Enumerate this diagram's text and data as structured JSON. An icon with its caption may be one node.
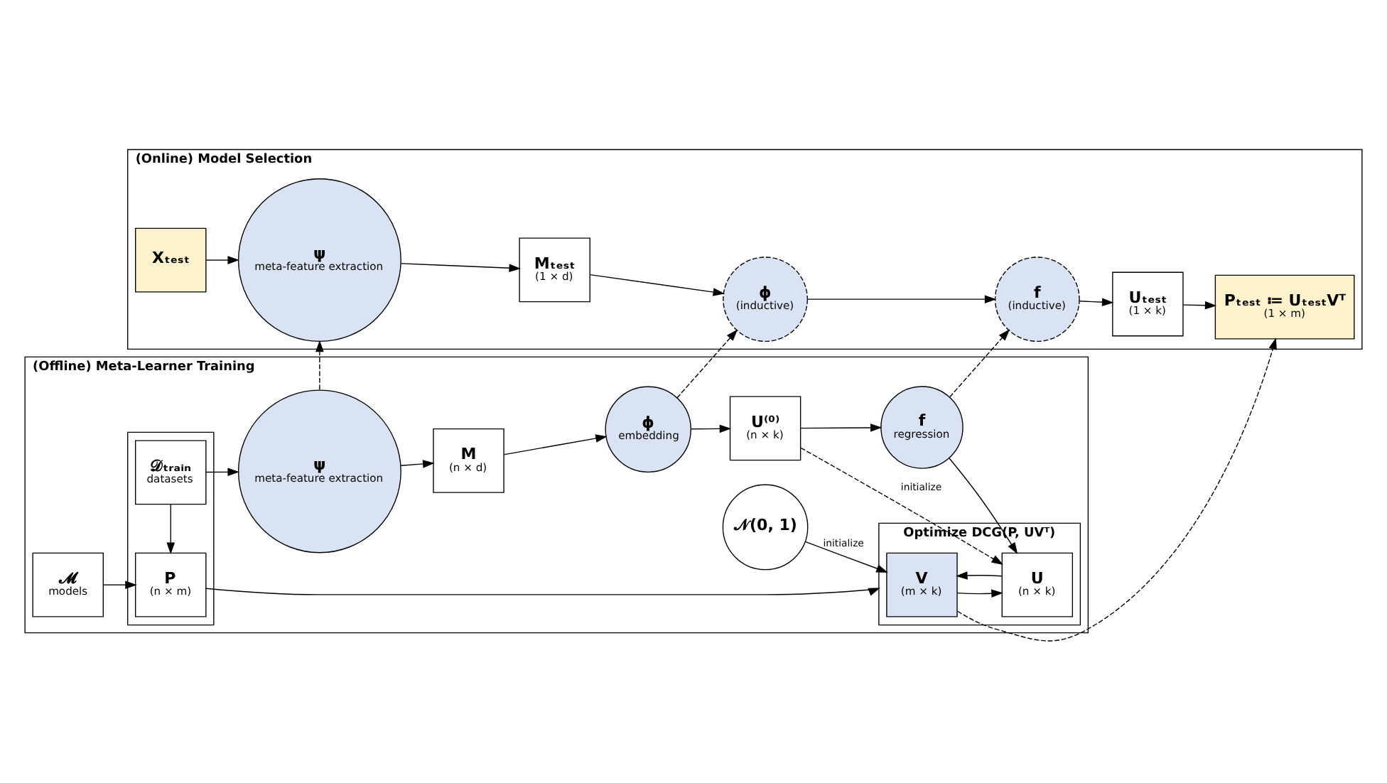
{
  "diagram": {
    "nodes": [
      {
        "text": [
          "(Offline) Meta-Learner Training"
        ]
      },
      {
        "text": [],
        "shape": "box",
        "in": 0
      },
      {
        "text": [
          "P",
          "(n × m)"
        ],
        "in": 1
      },
      {
        "text": [
          "𝓜",
          "models"
        ],
        "in": 0
      },
      {
        "text": [
          "𝒟ₜᵣₐᵢₙ",
          "datasets"
        ],
        "in": 1
      },
      {
        "text": [
          "ψ",
          "meta-feature extraction"
        ],
        "in": 0
      },
      {
        "text": [
          "M",
          "(n × d)"
        ],
        "in": 0
      },
      {
        "text": [
          "𝒩(0, 1)"
        ],
        "in": 0
      },
      {
        "text": [
          "ϕ",
          "embedding"
        ],
        "in": 0
      },
      {
        "text": [
          "U⁽⁰⁾",
          "(n × k)"
        ],
        "in": 0
      },
      {
        "text": [
          "Optimize DCG(P, UVᵀ)"
        ],
        "in": 0
      },
      {
        "text": [
          "V",
          "(m × k)"
        ],
        "in": 10
      },
      {
        "text": [
          "U",
          "(n × k)"
        ],
        "in": 10
      },
      {
        "text": [
          "f",
          "regression"
        ],
        "in": 0
      },
      {
        "text": [
          "(Online) Model Selection"
        ]
      },
      {
        "text": [
          "Xₜₑₛₜ"
        ],
        "in": 14
      },
      {
        "text": [
          "ψ",
          "meta-feature extraction"
        ],
        "in": 14
      },
      {
        "text": [
          "Mₜₑₛₜ",
          "(1 × d)"
        ],
        "in": 14
      },
      {
        "text": [
          "ϕ",
          "(inductive)"
        ],
        "in": 14
      },
      {
        "text": [
          "f",
          "(inductive)"
        ],
        "in": 14
      },
      {
        "text": [
          "Uₜₑₛₜ",
          "(1 × k)"
        ],
        "in": 14
      },
      {
        "text": [
          "Pₜₑₛₜ ≔ UₜₑₛₜVᵀ",
          "(1 × m)"
        ],
        "in": 14
      }
    ],
    "edges": [
      {
        "from": 4,
        "to": 2,
        "arrow": "to"
      },
      {
        "from": 3,
        "to": 2,
        "arrow": "to"
      },
      {
        "from": 2,
        "to": 10,
        "arrow": "to"
      },
      {
        "from": 7,
        "to": 11,
        "arrow": "to",
        "label": "initialize"
      },
      {
        "from": 4,
        "to": 5,
        "arrow": "to"
      },
      {
        "from": 5,
        "to": 6,
        "arrow": "to"
      },
      {
        "from": 6,
        "to": 8,
        "arrow": "to"
      },
      {
        "from": 8,
        "to": 9,
        "arrow": "to"
      },
      {
        "from": 9,
        "to": 12,
        "arrow": "to",
        "label": "initialize",
        "style": "dashed"
      },
      {
        "from": 11,
        "to": 12,
        "arrow": "to"
      },
      {
        "from": 12,
        "to": 11,
        "arrow": "to"
      },
      {
        "from": 9,
        "to": 13,
        "arrow": "to"
      },
      {
        "from": 13,
        "to": 12,
        "arrow": "to"
      },
      {
        "from": 5,
        "to": 16,
        "arrow": "to",
        "style": "dashed"
      },
      {
        "from": 8,
        "to": 18,
        "arrow": "to",
        "style": "dashed"
      },
      {
        "from": 13,
        "to": 19,
        "arrow": "to",
        "style": "dashed"
      },
      {
        "from": 11,
        "to": 21,
        "arrow": "to",
        "style": "dashed"
      },
      {
        "from": 15,
        "to": 16,
        "arrow": "to"
      },
      {
        "from": 16,
        "to": 17,
        "arrow": "to"
      },
      {
        "from": 17,
        "to": 18,
        "arrow": "to"
      },
      {
        "from": 18,
        "to": 19,
        "arrow": "to"
      },
      {
        "from": 19,
        "to": 20,
        "arrow": "to"
      },
      {
        "from": 20,
        "to": 21,
        "arrow": "to"
      }
    ]
  }
}
